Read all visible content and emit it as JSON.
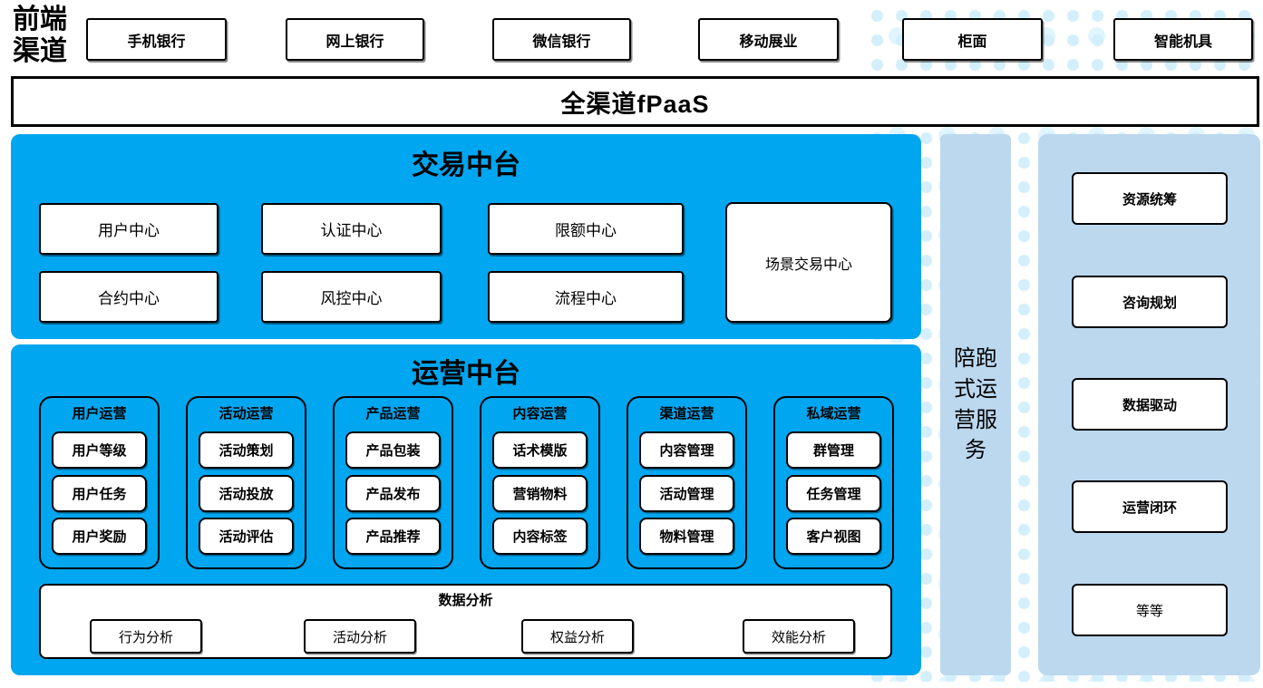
{
  "colors": {
    "azure": "#00A6EF",
    "light_blue": "#BCD8EF",
    "dot": "#D8F1FB"
  },
  "header": {
    "label": "前端渠道",
    "channels": [
      "手机银行",
      "网上银行",
      "微信银行",
      "移动展业",
      "柜面",
      "智能机具"
    ]
  },
  "fpaas_bar": {
    "label": "全渠道fPaaS"
  },
  "trade_platform": {
    "title": "交易中台",
    "centers_row1": [
      "用户中心",
      "认证中心",
      "限额中心"
    ],
    "centers_row2": [
      "合约中心",
      "风控中心",
      "流程中心"
    ],
    "scene_center": "场景交易中心"
  },
  "operation_platform": {
    "title": "运营中台",
    "groups": [
      {
        "label": "用户运营",
        "items": [
          "用户等级",
          "用户任务",
          "用户奖励"
        ]
      },
      {
        "label": "活动运营",
        "items": [
          "活动策划",
          "活动投放",
          "活动评估"
        ]
      },
      {
        "label": "产品运营",
        "items": [
          "产品包装",
          "产品发布",
          "产品推荐"
        ]
      },
      {
        "label": "内容运营",
        "items": [
          "话术模版",
          "营销物料",
          "内容标签"
        ]
      },
      {
        "label": "渠道运营",
        "items": [
          "内容管理",
          "活动管理",
          "物料管理"
        ]
      },
      {
        "label": "私域运营",
        "items": [
          "群管理",
          "任务管理",
          "客户视图"
        ]
      }
    ],
    "data_analysis": {
      "label": "数据分析",
      "items": [
        "行为分析",
        "活动分析",
        "权益分析",
        "效能分析"
      ]
    }
  },
  "side_bar": {
    "label": "陪跑式运营服务"
  },
  "right_panel": {
    "items": [
      "资源统筹",
      "咨询规划",
      "数据驱动",
      "运营闭环",
      "等等"
    ]
  }
}
